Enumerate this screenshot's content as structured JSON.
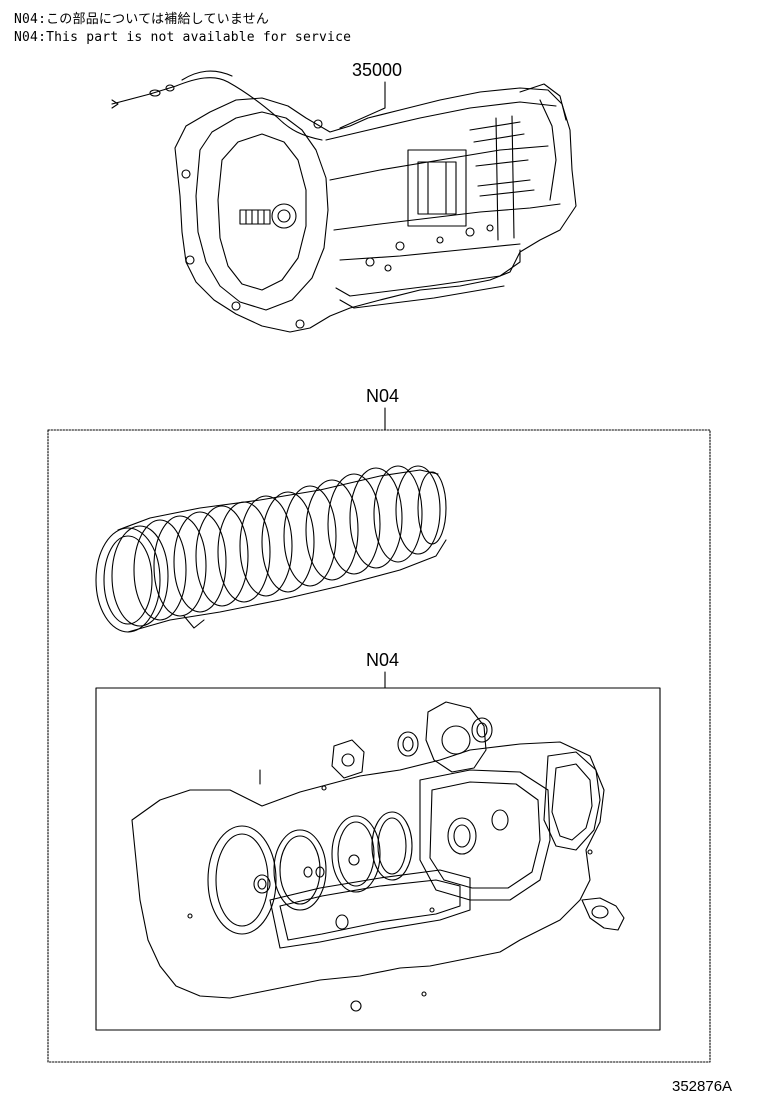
{
  "notes": {
    "ja": "N04:この部品については補給していません",
    "en": "N04:This part is not available for service"
  },
  "callouts": {
    "transmission": "35000",
    "overhaul_kit": "N04",
    "gasket_kit": "N04"
  },
  "figure_id": "352876A"
}
